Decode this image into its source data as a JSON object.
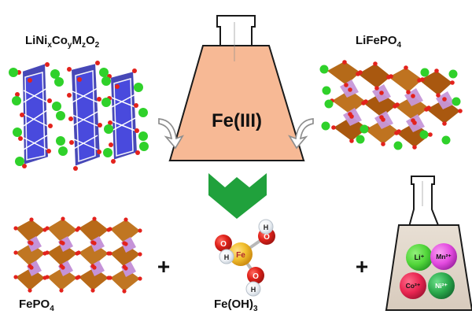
{
  "labels": {
    "ncm": "LiNi",
    "ncm_sub_x": "x",
    "ncm_co": "Co",
    "ncm_sub_y": "y",
    "ncm_m": "M",
    "ncm_sub_z": "z",
    "ncm_o": "O",
    "ncm_sub_2": "2",
    "lfp": "LiFePO",
    "lfp_sub": "4",
    "center": "Fe(III)",
    "fepo4": "FePO",
    "fepo4_sub": "4",
    "feoh": "Fe(OH)",
    "feoh_sub": "3",
    "plus": "+"
  },
  "molecule": {
    "center_atom": "Fe",
    "oxygen": "O",
    "hydrogen": "H"
  },
  "ions": {
    "li": "Li⁺",
    "mn": "Mn²⁺",
    "co": "Co²⁺",
    "ni": "Ni²⁺"
  },
  "colors": {
    "flask_fill": "#f7b995",
    "arrow_green": "#20a13c",
    "oxygen_red": "#e0221a",
    "iron_orange": "#f2c130",
    "hydrogen": "#f3f5f7",
    "li_green": "#52d63a",
    "mn_magenta": "#e44be0",
    "co_red": "#e92551",
    "ni_green": "#2aa84b"
  }
}
